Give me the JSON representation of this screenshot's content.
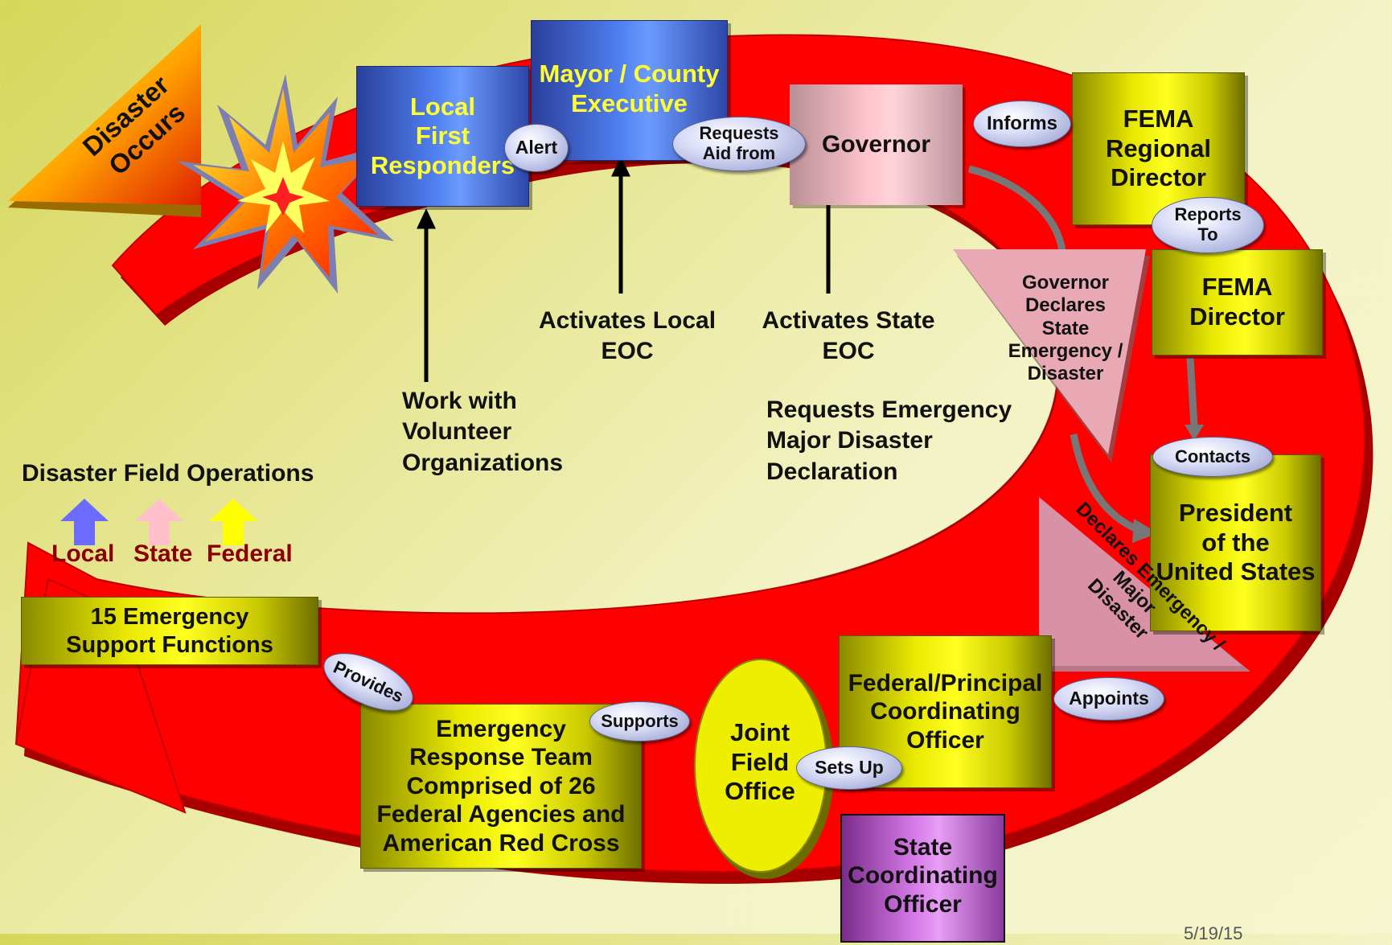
{
  "disaster": {
    "line1": "Disaster",
    "line2": "Occurs"
  },
  "nodes": {
    "local_first_responders": [
      "Local",
      "First",
      "Responders"
    ],
    "mayor": [
      "Mayor / County",
      "Executive"
    ],
    "governor": "Governor",
    "fema_regional": [
      "FEMA",
      "Regional",
      "Director"
    ],
    "fema_director": [
      "FEMA",
      "Director"
    ],
    "governor_declares": [
      "Governor",
      "Declares",
      "State",
      "Emergency /",
      "Disaster"
    ],
    "president": [
      "President",
      "of the",
      "United States"
    ],
    "declares_emergency": [
      "Declares Emergency /",
      "Major",
      "Disaster"
    ],
    "fcpo": [
      "Federal/Principal",
      "Coordinating",
      "Officer"
    ],
    "state_coord": [
      "State",
      "Coordinating",
      "Officer"
    ],
    "jfo": [
      "Joint",
      "Field",
      "Office"
    ],
    "ert": [
      "Emergency",
      "Response Team",
      "Comprised of 26",
      "Federal Agencies and",
      "American Red Cross"
    ],
    "esf": [
      "15 Emergency",
      "Support Functions"
    ]
  },
  "labels": {
    "alert": "Alert",
    "requests_aid": [
      "Requests",
      "Aid from"
    ],
    "informs": "Informs",
    "reports_to": [
      "Reports",
      "To"
    ],
    "contacts": "Contacts",
    "appoints": "Appoints",
    "sets_up": "Sets Up",
    "supports": "Supports",
    "provides": "Provides"
  },
  "annotations": {
    "activates_local": [
      "Activates Local",
      "EOC"
    ],
    "activates_state": [
      "Activates State",
      "EOC"
    ],
    "volunteer": [
      "Work with",
      "Volunteer",
      "Organizations"
    ],
    "requests_declaration": [
      "Requests Emergency",
      "Major Disaster",
      "Declaration"
    ]
  },
  "legend": {
    "title": "Disaster Field Operations",
    "items": [
      {
        "label": "Local",
        "color": "#6b6bff"
      },
      {
        "label": "State",
        "color": "#ffc0cc"
      },
      {
        "label": "Federal",
        "color": "#ffff00"
      }
    ]
  },
  "footer": "5/19/15",
  "colors": {
    "ring": "#ff0000",
    "ring_shadow": "#b00000"
  }
}
